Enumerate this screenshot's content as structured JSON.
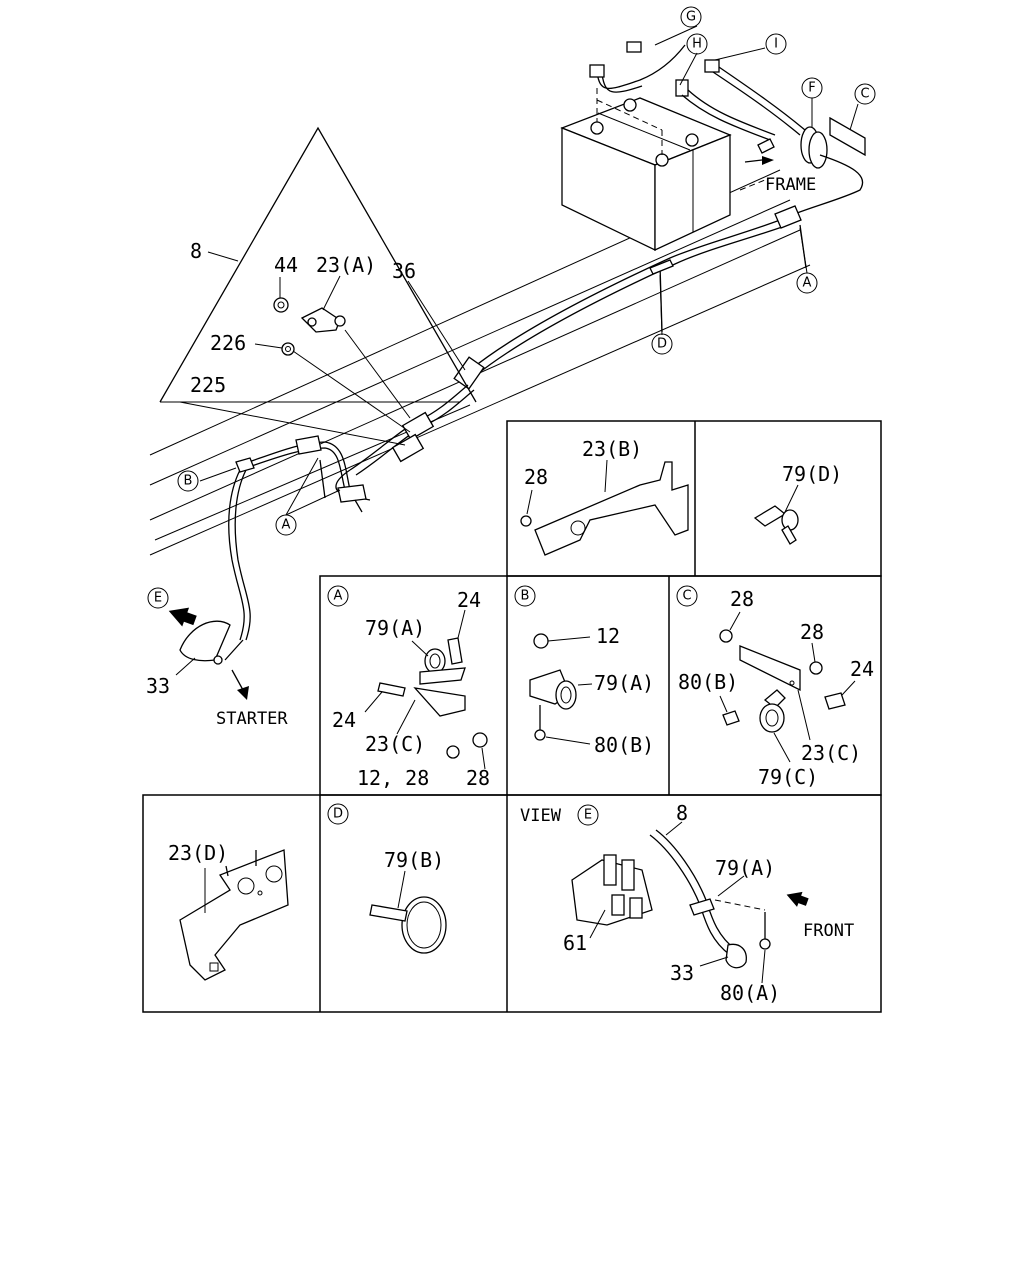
{
  "callouts_main": {
    "g": "G",
    "h": "H",
    "i": "I",
    "f": "F",
    "c": "C",
    "frame": "FRAME",
    "a1": "A",
    "d": "D",
    "p8": "8",
    "p44": "44",
    "p23a": "23(A)",
    "p36": "36",
    "p226": "226",
    "p225": "225",
    "b": "B",
    "a2": "A",
    "e": "E",
    "p33": "33",
    "starter": "STARTER"
  },
  "inset_b_top": {
    "p28": "28",
    "p23b": "23(B)"
  },
  "inset_79d": {
    "p79d": "79(D)"
  },
  "inset_a": {
    "header": "A",
    "p79a": "79(A)",
    "p24a": "24",
    "p24b": "24",
    "p23c": "23(C)",
    "p1228": "12, 28",
    "p28": "28"
  },
  "inset_b": {
    "header": "B",
    "p12": "12",
    "p79a": "79(A)",
    "p80b": "80(B)"
  },
  "inset_c": {
    "header": "C",
    "p28a": "28",
    "p28b": "28",
    "p24": "24",
    "p80b": "80(B)",
    "p23c": "23(C)",
    "p79c": "79(C)"
  },
  "inset_23d": {
    "p23d": "23(D)"
  },
  "inset_d": {
    "header": "D",
    "p79b": "79(B)"
  },
  "inset_view": {
    "view": "VIEW",
    "e": "E",
    "p8": "8",
    "p79a": "79(A)",
    "front": "FRONT",
    "p61": "61",
    "p33": "33",
    "p80a": "80(A)"
  }
}
